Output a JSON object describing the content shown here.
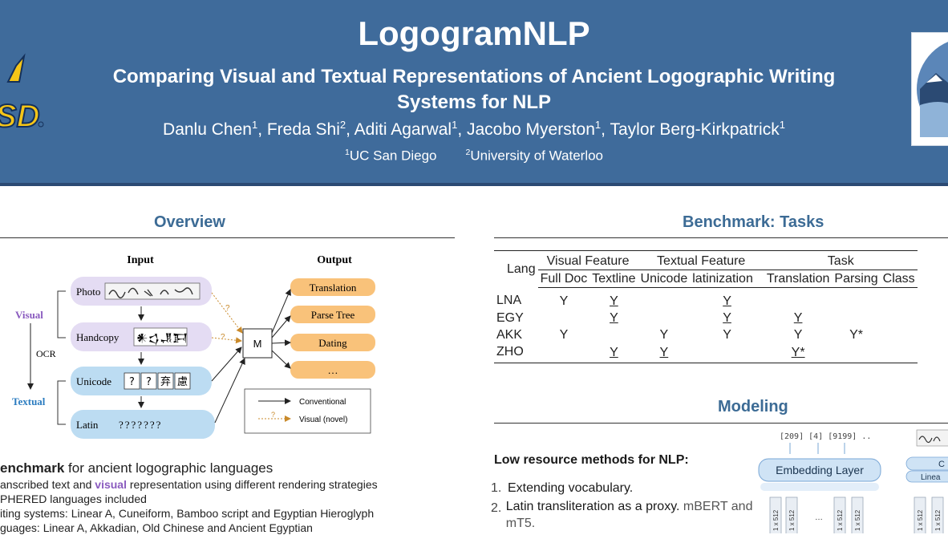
{
  "header": {
    "title": "LogogramNLP",
    "subtitle": "Comparing Visual and Textual Representations of Ancient Logographic Writing Systems for NLP",
    "authors": [
      {
        "name": "Danlu Chen",
        "aff": "1"
      },
      {
        "name": "Freda Shi",
        "aff": "2"
      },
      {
        "name": "Aditi Agarwal",
        "aff": "1"
      },
      {
        "name": "Jacobo Myerston",
        "aff": "1"
      },
      {
        "name": "Taylor Berg-Kirkpatrick",
        "aff": "1"
      }
    ],
    "affiliations": [
      {
        "num": "1",
        "name": "UC San Diego"
      },
      {
        "num": "2",
        "name": "University of Waterloo"
      }
    ],
    "left_logo_text": "SD",
    "colors": {
      "header_bg": "#3f6b9b",
      "section_title": "#3c6b95"
    }
  },
  "overview": {
    "title": "Overview",
    "diagram": {
      "input_label": "Input",
      "output_label": "Output",
      "visual_label": "Visual",
      "textual_label": "Textual",
      "ocr_label": "OCR",
      "model_label": "M",
      "inputs": [
        "Photo",
        "Handcopy",
        "Unicode",
        "Latin"
      ],
      "handcopy_glyphs": "𒀭𒌓𒂗𒁕",
      "unicode_cells": [
        "?",
        "?",
        "弃",
        "慮"
      ],
      "latin_text": "???????",
      "outputs": [
        "Translation",
        "Parse Tree",
        "Dating",
        "…"
      ],
      "legend": {
        "conventional": "Conventional",
        "visual": "Visual (novel)"
      }
    },
    "bullets": {
      "line1_bold": "enchmark",
      "line1_rest": " for ancient logographic languages",
      "line2_a": "anscribed text and ",
      "line2_b": "visual",
      "line2_c": " representation using different rendering strategies",
      "line3": "PHERED languages included",
      "line4": "iting systems: Linear A, Cuneiform, Bamboo script and Egyptian Hieroglyph",
      "line5": "guages: Linear A, Akkadian, Old Chinese and Ancient Egyptian"
    }
  },
  "benchmark": {
    "title": "Benchmark: Tasks",
    "col_lang": "Lang",
    "groups": [
      "Visual Feature",
      "Textual Feature",
      "Task"
    ],
    "subcols": [
      "Full Doc",
      "Textline",
      "Unicode",
      "latinization",
      "Translation",
      "Parsing",
      "Class"
    ],
    "rows": [
      {
        "lang": "LNA",
        "cells": [
          "Y",
          "Y",
          "",
          "Y",
          "",
          "",
          ""
        ]
      },
      {
        "lang": "EGY",
        "cells": [
          "",
          "Y",
          "",
          "Y",
          "Y",
          "",
          ""
        ]
      },
      {
        "lang": "AKK",
        "cells": [
          "Y",
          "",
          "Y",
          "Y",
          "Y",
          "Y*",
          ""
        ]
      },
      {
        "lang": "ZHO",
        "cells": [
          "",
          "Y",
          "Y",
          "",
          "Y*",
          "",
          ""
        ]
      }
    ]
  },
  "modeling": {
    "title": "Modeling",
    "lowres_title": "Low resource methods for NLP:",
    "items": [
      {
        "num": "1.",
        "text": "Extending vocabulary."
      },
      {
        "num": "2.",
        "text_a": "Latin transliteration as a proxy.",
        "text_b": " mBERT and mT5."
      }
    ],
    "diagram": {
      "tokens": "[209]  [4]  [9199]  ..",
      "embedding_label": "Embedding Layer",
      "right_label_1": "C",
      "right_label_2": "Linea",
      "vector_label": "1 x 512"
    }
  }
}
